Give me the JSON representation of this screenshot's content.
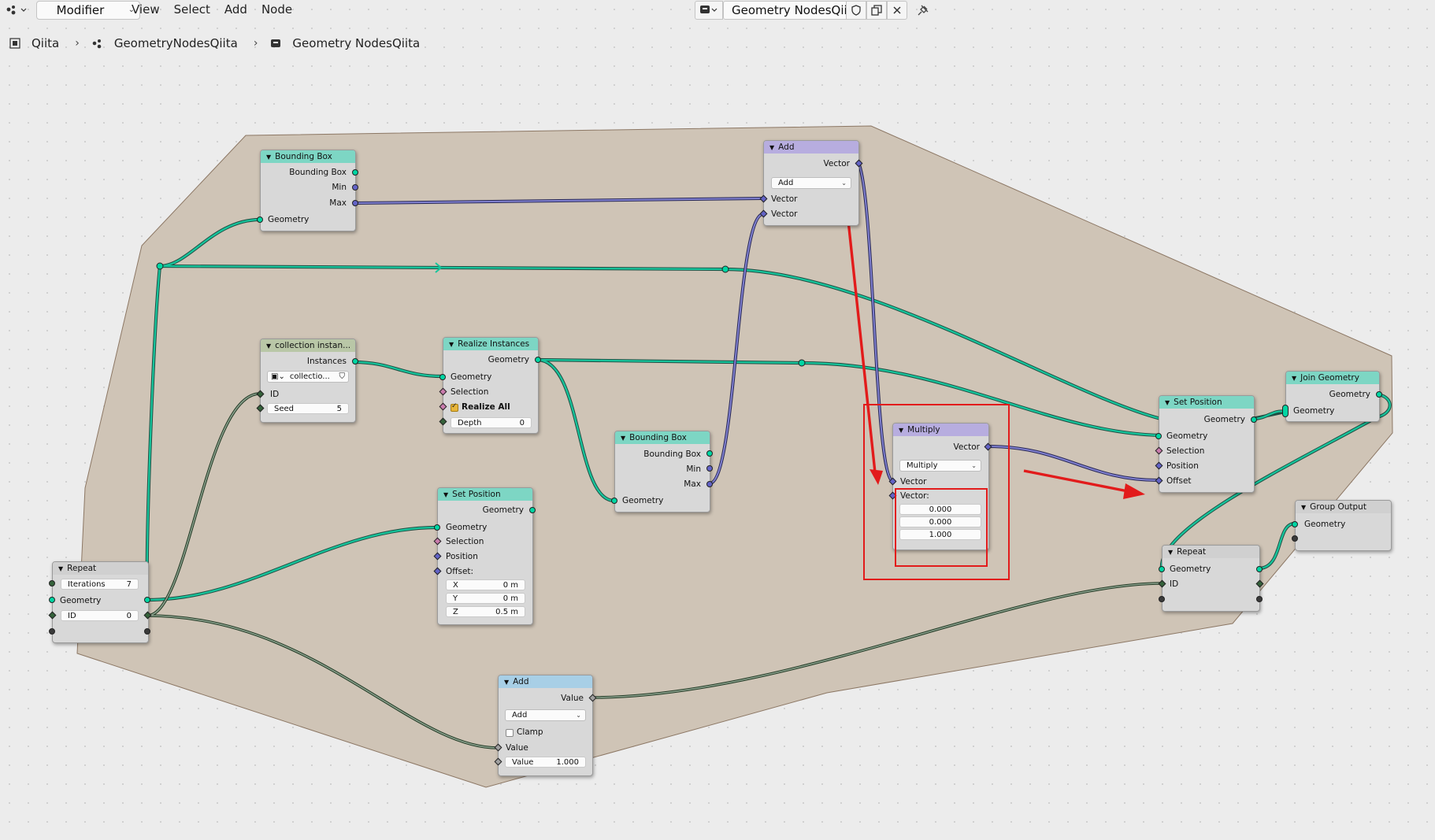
{
  "topbar": {
    "editor_type_icon": "node-editor-icon",
    "mode": "Modifier",
    "menus": [
      "View",
      "Select",
      "Add",
      "Node"
    ],
    "tree_name": "Geometry NodesQiita"
  },
  "breadcrumb": {
    "items": [
      "Qiita",
      "GeometryNodesQiita",
      "Geometry NodesQiita"
    ],
    "separator": "›"
  },
  "colors": {
    "geometry_socket": "#00d6a3",
    "vector_socket": "#6363c7",
    "integer_socket": "#35623b",
    "frame": "#cfc4b6",
    "annotation": "#e21b1b"
  },
  "nodes": {
    "repeat_input": {
      "title": "Repeat",
      "iterations_label": "Iterations",
      "iterations_value": "7",
      "geometry": "Geometry",
      "id_label": "ID",
      "id_value": "0"
    },
    "bbox_top": {
      "title": "Bounding Box",
      "out_bbox": "Bounding Box",
      "out_min": "Min",
      "out_max": "Max",
      "in_geometry": "Geometry"
    },
    "collection_info": {
      "title": "collection instan...",
      "out_instances": "Instances",
      "collection_value": "collectio...",
      "in_id": "ID",
      "seed_label": "Seed",
      "seed_value": "5"
    },
    "realize": {
      "title": "Realize Instances",
      "out_geometry": "Geometry",
      "in_geometry": "Geometry",
      "selection": "Selection",
      "realize_all": "Realize All",
      "depth_label": "Depth",
      "depth_value": "0"
    },
    "set_position_left": {
      "title": "Set Position",
      "out_geometry": "Geometry",
      "in_geometry": "Geometry",
      "selection": "Selection",
      "position": "Position",
      "offset": "Offset:",
      "x_label": "X",
      "x_value": "0 m",
      "y_label": "Y",
      "y_value": "0 m",
      "z_label": "Z",
      "z_value": "0.5 m"
    },
    "bbox_mid": {
      "title": "Bounding Box",
      "out_bbox": "Bounding Box",
      "out_min": "Min",
      "out_max": "Max",
      "in_geometry": "Geometry"
    },
    "vector_add": {
      "title": "Add",
      "out_vector": "Vector",
      "operation": "Add",
      "in_vector_a": "Vector",
      "in_vector_b": "Vector"
    },
    "math_add": {
      "title": "Add",
      "out_value": "Value",
      "operation": "Add",
      "clamp": "Clamp",
      "in_value": "Value",
      "value_label": "Value",
      "value_value": "1.000"
    },
    "multiply": {
      "title": "Multiply",
      "out_vector": "Vector",
      "operation": "Multiply",
      "in_vector": "Vector",
      "vector_label": "Vector:",
      "vx": "0.000",
      "vy": "0.000",
      "vz": "1.000"
    },
    "set_position_right": {
      "title": "Set Position",
      "out_geometry": "Geometry",
      "in_geometry": "Geometry",
      "selection": "Selection",
      "position": "Position",
      "offset": "Offset"
    },
    "join_geometry": {
      "title": "Join Geometry",
      "out_geometry": "Geometry",
      "in_geometry": "Geometry"
    },
    "repeat_output": {
      "title": "Repeat",
      "geometry": "Geometry",
      "id": "ID"
    },
    "group_output": {
      "title": "Group Output",
      "geometry": "Geometry"
    }
  }
}
